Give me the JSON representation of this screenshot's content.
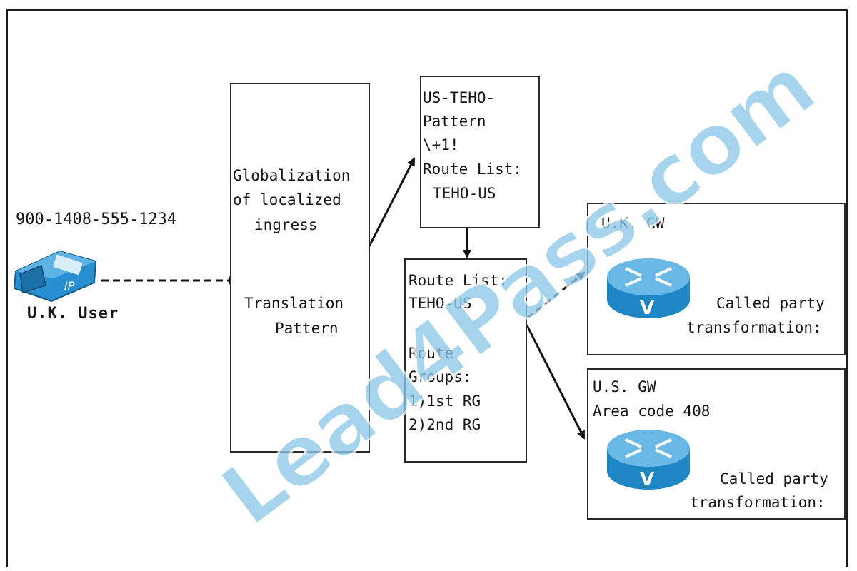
{
  "caller": {
    "number": "900-1408-555-1234",
    "label": "U.K. User"
  },
  "globalization_box": {
    "line1": "Globalization",
    "line2": "of localized",
    "line3": "ingress",
    "line4": "Translation",
    "line5": "Pattern"
  },
  "teho_pattern_box": {
    "line1": "US-TEHO-",
    "line2": "Pattern",
    "line3": "\\+1!",
    "line4": "Route List:",
    "line5": "TEHO-US"
  },
  "route_list_box": {
    "line1": "Route List:",
    "line2": "TEHO-US",
    "line3": "Route",
    "line4": "Groups:",
    "line5": "1)1st RG",
    "line6": "2)2nd RG"
  },
  "uk_gw": {
    "title": "U.K. GW",
    "line1": "Called party",
    "line2": "transformation:"
  },
  "us_gw": {
    "title": "U.S. GW",
    "area": "Area code 408",
    "line1": "Called party",
    "line2": "transformation:"
  },
  "watermark": "Lead4Pass.com",
  "colors": {
    "router_blue": "#1f86c4",
    "router_top": "#6ab8e6",
    "phone_blue": "#2a8fd0",
    "watermark": "#8fc8e8"
  }
}
